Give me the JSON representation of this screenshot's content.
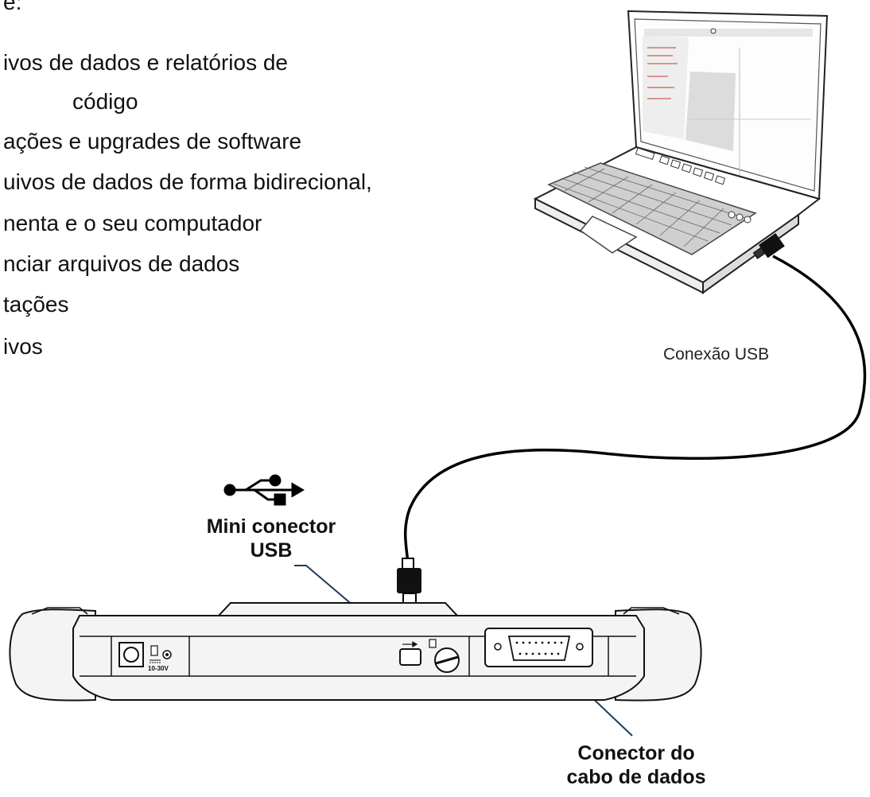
{
  "bullets": [
    "ivos de dados e relatórios de",
    "código",
    "ações e upgrades de software",
    "uivos de dados de forma bidirecional,",
    "nenta e o seu computador",
    "nciar arquivos de dados",
    "tações",
    "ivos"
  ],
  "top_fragment": "e:",
  "labels": {
    "usb_connection": "Conexão USB",
    "mini_usb_line1": "Mini conector",
    "mini_usb_line2": "USB",
    "data_cable_line1": "Conector do",
    "data_cable_line2": "cabo de dados",
    "power_voltage": "10-30V"
  },
  "icons": [
    "usb-icon",
    "laptop-icon",
    "device-icon",
    "power-jack-icon",
    "sd-card-icon",
    "db15-connector-icon"
  ],
  "colors": {
    "leader_line": "#1f3a5a",
    "cable": "#000000",
    "device_fill": "#f4f4f4"
  }
}
